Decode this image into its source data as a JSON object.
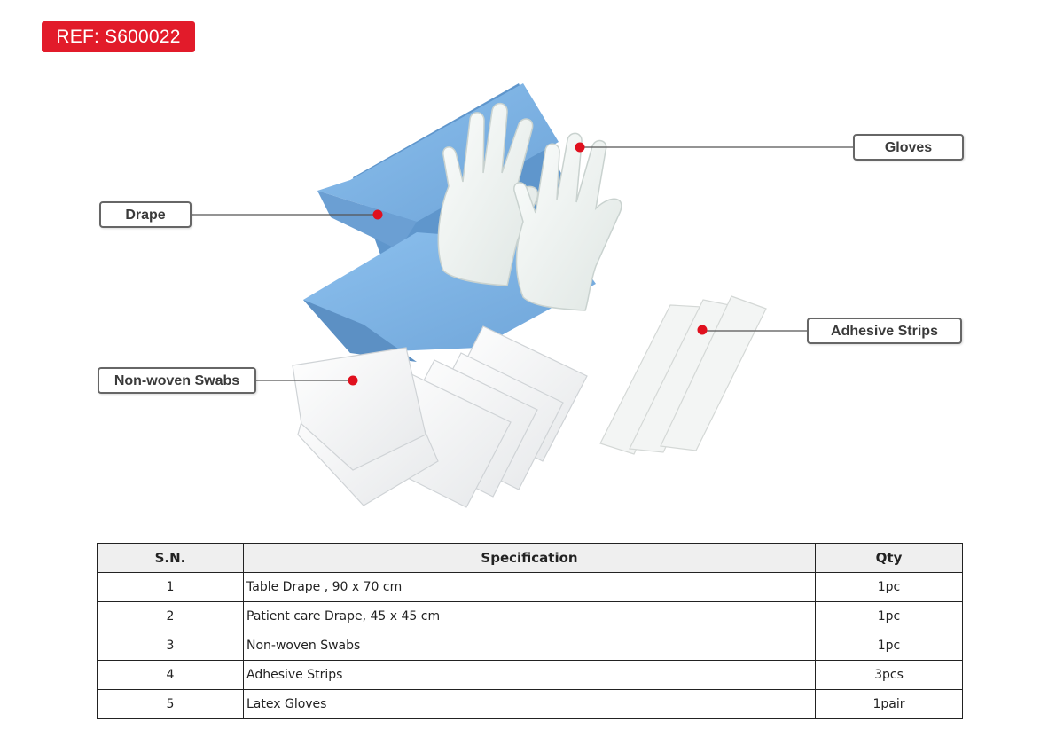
{
  "ref": "REF: S600022",
  "callouts": {
    "drape": "Drape",
    "gloves": "Gloves",
    "adhesive_strips": "Adhesive Strips",
    "swabs": "Non-woven Swabs"
  },
  "colors": {
    "brand_red": "#e21b2a",
    "drape_blue": "#7fb3e3",
    "marker_red": "#e0101e"
  },
  "table": {
    "headers": [
      "S.N.",
      "Specification",
      "Qty"
    ],
    "rows": [
      {
        "sn": "1",
        "spec": "Table Drape , 90 x 70 cm",
        "qty": "1pc"
      },
      {
        "sn": "2",
        "spec": "Patient care Drape, 45 x 45 cm",
        "qty": "1pc"
      },
      {
        "sn": "3",
        "spec": "Non-woven Swabs",
        "qty": "1pc"
      },
      {
        "sn": "4",
        "spec": "Adhesive Strips",
        "qty": "3pcs"
      },
      {
        "sn": "5",
        "spec": "Latex Gloves",
        "qty": "1pair"
      }
    ]
  }
}
